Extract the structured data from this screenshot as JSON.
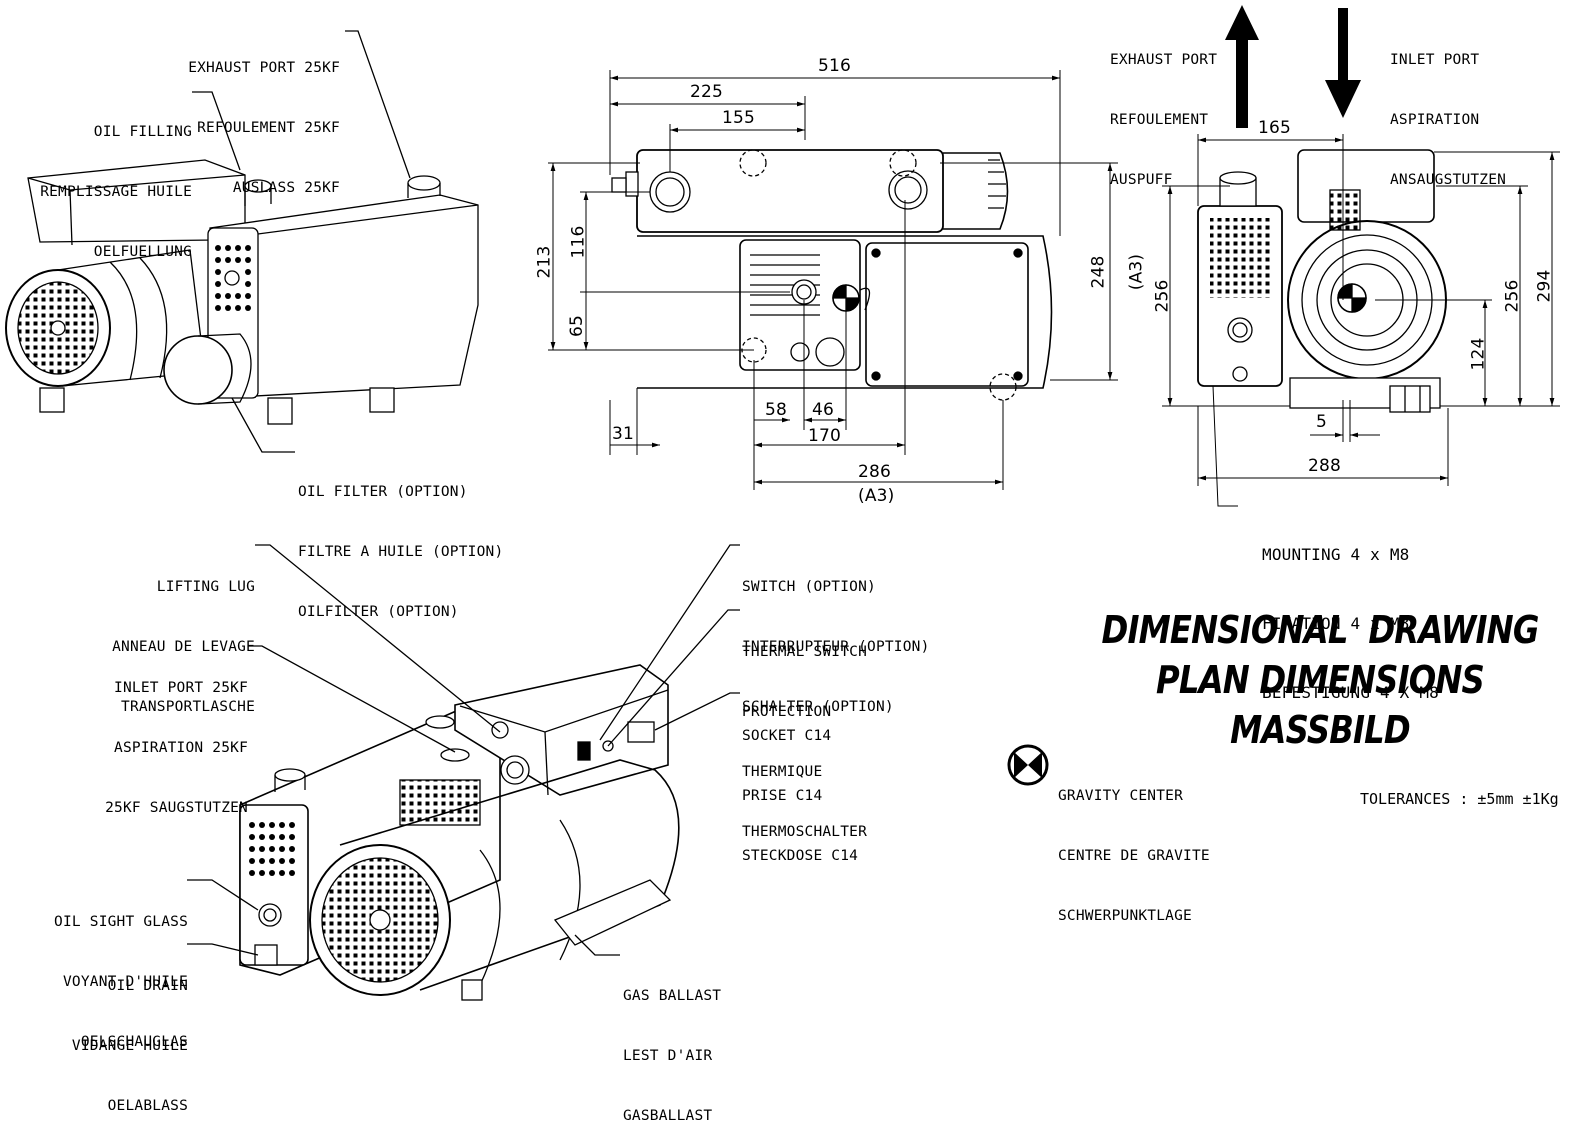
{
  "title": {
    "line1": "DIMENSIONAL  DRAWING",
    "line2": "PLAN DIMENSIONS",
    "line3": "MASSBILD"
  },
  "tolerances": "TOLERANCES : ±5mm ±1Kg",
  "gravity_center": [
    "GRAVITY CENTER",
    "CENTRE DE GRAVITE",
    "SCHWERPUNKTLAGE"
  ],
  "callouts": {
    "exhaust_port_25kf": [
      "EXHAUST PORT 25KF",
      "REFOULEMENT 25KF",
      "AUSLASS 25KF"
    ],
    "oil_filling": [
      "OIL FILLING",
      "REMPLISSAGE HUILE",
      "OELFUELLUNG"
    ],
    "oil_filter": [
      "OIL FILTER (OPTION)",
      "FILTRE A HUILE (OPTION)",
      "OILFILTER (OPTION)"
    ],
    "exhaust_port": [
      "EXHAUST PORT",
      "REFOULEMENT",
      "AUSPUFF"
    ],
    "inlet_port": [
      "INLET PORT",
      "ASPIRATION",
      "ANSAUGSTUTZEN"
    ],
    "mounting": [
      "MOUNTING 4 x M8",
      "FIXATION 4 x M8",
      "BEFESTIGUNG 4 X M8"
    ],
    "lifting_lug": [
      "LIFTING LUG",
      "ANNEAU DE LEVAGE",
      "TRANSPORTLASCHE"
    ],
    "inlet_port_25kf": [
      "INLET PORT 25KF",
      "ASPIRATION 25KF",
      "25KF SAUGSTUTZEN"
    ],
    "switch": [
      "SWITCH (OPTION)",
      "INTERRUPTEUR (OPTION)",
      "SCHALTER (OPTION)"
    ],
    "thermal_switch": [
      "THERMAL SWITCH",
      "PROTECTION",
      "THERMIQUE",
      "THERMOSCHALTER"
    ],
    "socket": [
      "SOCKET C14",
      "PRISE C14",
      "STECKDOSE C14"
    ],
    "oil_sight_glass": [
      "OIL SIGHT GLASS",
      "VOYANT D'HUILE",
      "OELSCHAUGLAS"
    ],
    "oil_drain": [
      "OIL DRAIN",
      "VIDANGE HUILE",
      "OELABLASS"
    ],
    "gas_ballast": [
      "GAS BALLAST",
      "LEST D'AIR",
      "GASBALLAST"
    ]
  },
  "dimensions": {
    "front": {
      "d516": "516",
      "d225": "225",
      "d155": "155",
      "d213": "213",
      "d116": "116",
      "d65": "65",
      "d248": "248",
      "a3_right": "(A3)",
      "d31": "31",
      "d58": "58",
      "d46": "46",
      "d170": "170",
      "d286": "286",
      "a3_bottom": "(A3)"
    },
    "side": {
      "d165": "165",
      "d256_left": "256",
      "d256_right": "256",
      "d294": "294",
      "d124": "124",
      "d5": "5",
      "d288": "288"
    }
  }
}
